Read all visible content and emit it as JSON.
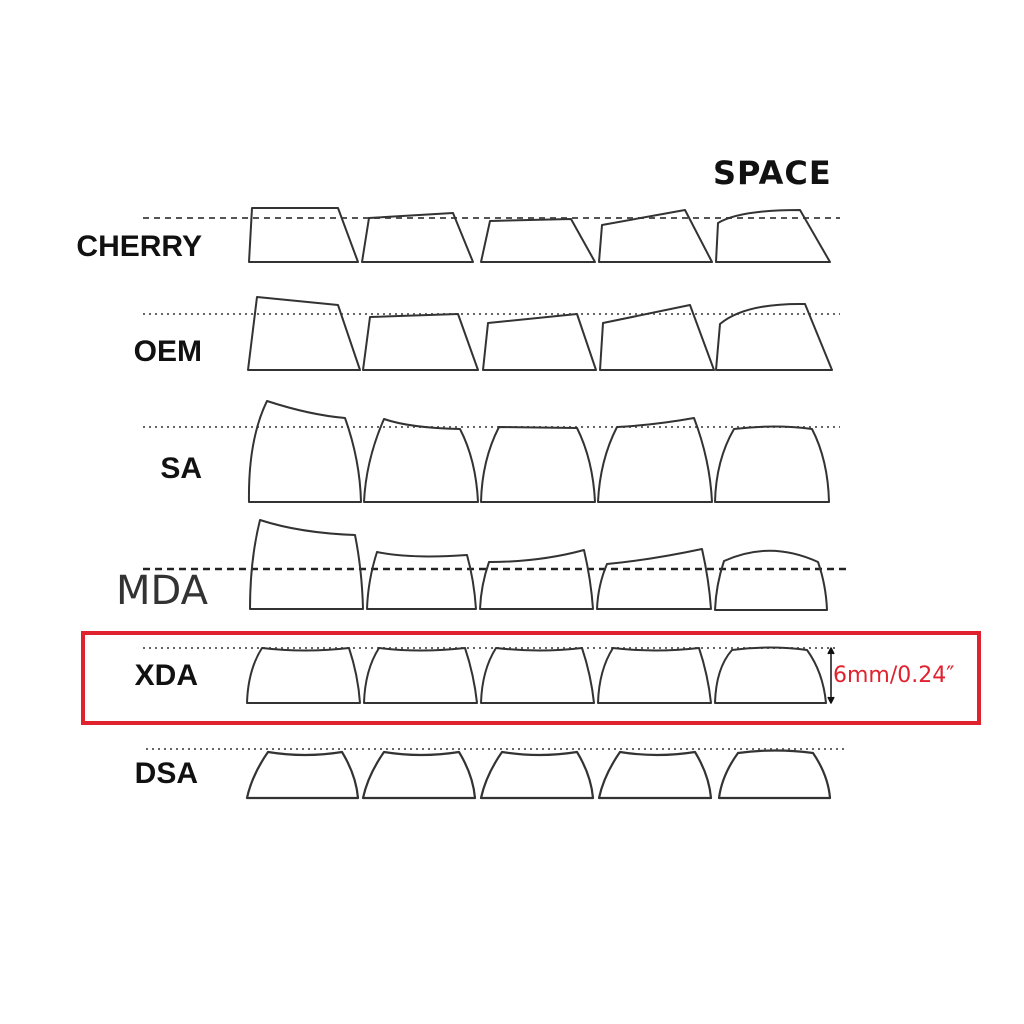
{
  "header": {
    "column_label": "SPACE"
  },
  "profiles": [
    {
      "name": "CHERRY",
      "guide": "dashed"
    },
    {
      "name": "OEM",
      "guide": "dotted"
    },
    {
      "name": "SA",
      "guide": "dotted"
    },
    {
      "name": "MDA",
      "guide": "dashed"
    },
    {
      "name": "XDA",
      "guide": "dotted",
      "highlighted": true,
      "measurement": "6mm/0.24″"
    },
    {
      "name": "DSA",
      "guide": "dotted"
    }
  ],
  "rows_per_profile": 5,
  "colors": {
    "highlight": "#e0222e",
    "outline": "#333333",
    "guide": "#555555",
    "background": "#ffffff"
  }
}
